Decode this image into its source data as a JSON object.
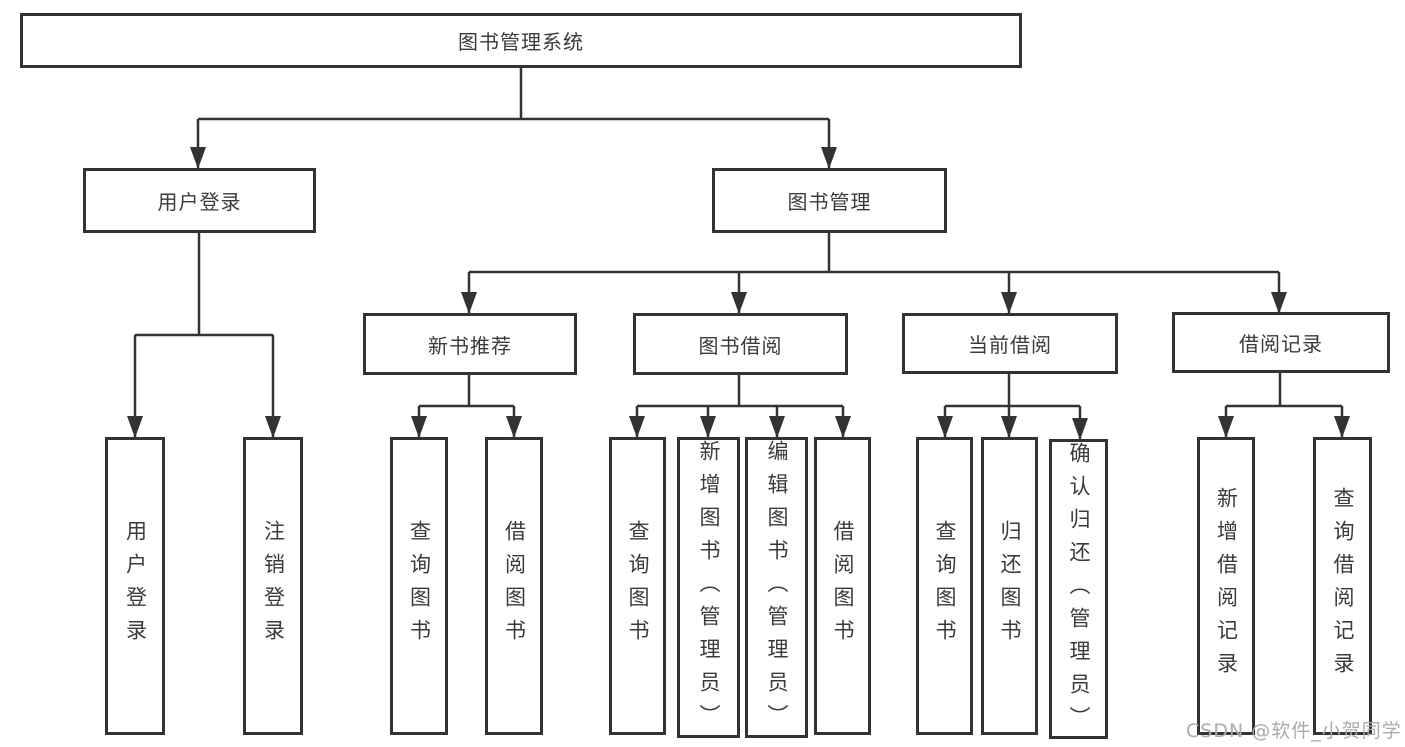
{
  "watermark": "CSDN @软件_小贺同学",
  "colors": {
    "line": "#333333",
    "text": "#3b3b3b",
    "background": "#ffffff",
    "watermark": "#ababab"
  },
  "tree": {
    "label": "图书管理系统",
    "children": [
      {
        "label": "用户登录",
        "children": [
          {
            "label": "用户登录"
          },
          {
            "label": "注销登录"
          }
        ]
      },
      {
        "label": "图书管理",
        "children": [
          {
            "label": "新书推荐",
            "children": [
              {
                "label": "查询图书"
              },
              {
                "label": "借阅图书"
              }
            ]
          },
          {
            "label": "图书借阅",
            "children": [
              {
                "label": "查询图书"
              },
              {
                "label": "新增图书（管理员）"
              },
              {
                "label": "编辑图书（管理员）"
              },
              {
                "label": "借阅图书"
              }
            ]
          },
          {
            "label": "当前借阅",
            "children": [
              {
                "label": "查询图书"
              },
              {
                "label": "归还图书"
              },
              {
                "label": "确认归还（管理员）"
              }
            ]
          },
          {
            "label": "借阅记录",
            "children": [
              {
                "label": "新增借阅记录"
              },
              {
                "label": "查询借阅记录"
              }
            ]
          }
        ]
      }
    ]
  }
}
